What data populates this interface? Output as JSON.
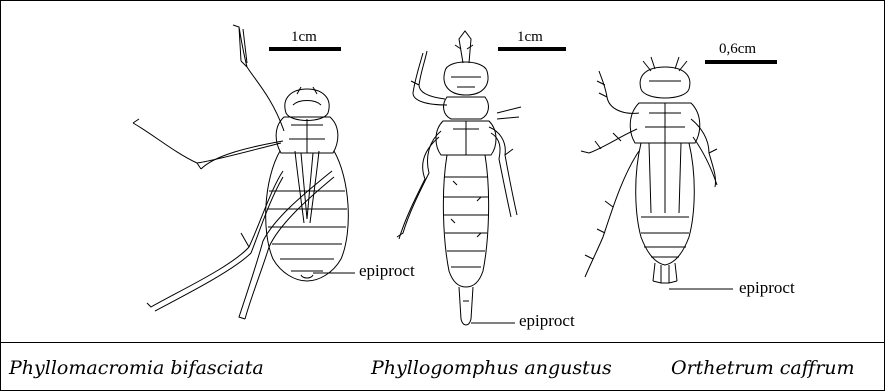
{
  "scale_bars": [
    {
      "label": "1cm"
    },
    {
      "label": "1cm"
    },
    {
      "label": "0,6cm"
    }
  ],
  "callouts": [
    {
      "label": "epiproct"
    },
    {
      "label": "epiproct"
    },
    {
      "label": "epiproct"
    }
  ],
  "captions": [
    {
      "species": "Phyllomacromia bifasciata"
    },
    {
      "species": "Phyllogomphus angustus"
    },
    {
      "species": "Orthetrum caffrum"
    }
  ]
}
